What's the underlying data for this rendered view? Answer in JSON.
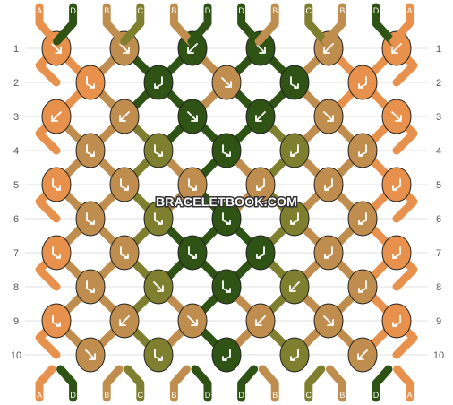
{
  "site": {
    "watermark": "BRACELETBOOK.COM"
  },
  "colors": {
    "A": "#E8914C",
    "B": "#BF8E4E",
    "C": "#7F7F30",
    "D": "#2E5314"
  },
  "strands": {
    "top": [
      "A",
      "D",
      "B",
      "C",
      "B",
      "D",
      "D",
      "B",
      "C",
      "B",
      "D",
      "A"
    ],
    "bottom": [
      "A",
      "D",
      "B",
      "C",
      "B",
      "D",
      "D",
      "B",
      "C",
      "B",
      "D",
      "A"
    ]
  },
  "rows": {
    "left_labels": [
      "1",
      "2",
      "3",
      "4",
      "5",
      "6",
      "7",
      "8",
      "9",
      "10"
    ],
    "right_labels": [
      "1",
      "2",
      "3",
      "4",
      "5",
      "6",
      "7",
      "8",
      "9",
      "10"
    ]
  },
  "knots": [
    [
      {
        "color": "A",
        "dir": "dr"
      },
      {
        "color": "B",
        "dir": "dr"
      },
      {
        "color": "D",
        "dir": "dl"
      },
      {
        "color": "D",
        "dir": "dr"
      },
      {
        "color": "B",
        "dir": "dl"
      },
      {
        "color": "A",
        "dir": "dl"
      }
    ],
    [
      {
        "color": "A",
        "dir": "r"
      },
      {
        "color": "D",
        "dir": "rl"
      },
      {
        "color": "B",
        "dir": "dr"
      },
      {
        "color": "D",
        "dir": "r"
      },
      {
        "color": "A",
        "dir": "rl"
      }
    ],
    [
      {
        "color": "A",
        "dir": "dl"
      },
      {
        "color": "B",
        "dir": "dl"
      },
      {
        "color": "D",
        "dir": "dr"
      },
      {
        "color": "D",
        "dir": "dl"
      },
      {
        "color": "B",
        "dir": "dr"
      },
      {
        "color": "A",
        "dir": "dr"
      }
    ],
    [
      {
        "color": "B",
        "dir": "r"
      },
      {
        "color": "C",
        "dir": "r"
      },
      {
        "color": "D",
        "dir": "r"
      },
      {
        "color": "C",
        "dir": "rl"
      },
      {
        "color": "B",
        "dir": "rl"
      }
    ],
    [
      {
        "color": "A",
        "dir": "r"
      },
      {
        "color": "B",
        "dir": "r"
      },
      {
        "color": "B",
        "dir": "r"
      },
      {
        "color": "B",
        "dir": "rl"
      },
      {
        "color": "B",
        "dir": "rl"
      },
      {
        "color": "A",
        "dir": "rl"
      }
    ],
    [
      {
        "color": "B",
        "dir": "r"
      },
      {
        "color": "C",
        "dir": "r"
      },
      {
        "color": "D",
        "dir": "r"
      },
      {
        "color": "C",
        "dir": "rl"
      },
      {
        "color": "B",
        "dir": "rl"
      }
    ],
    [
      {
        "color": "A",
        "dir": "r"
      },
      {
        "color": "B",
        "dir": "r"
      },
      {
        "color": "D",
        "dir": "r"
      },
      {
        "color": "D",
        "dir": "rl"
      },
      {
        "color": "B",
        "dir": "rl"
      },
      {
        "color": "A",
        "dir": "rl"
      }
    ],
    [
      {
        "color": "B",
        "dir": "r"
      },
      {
        "color": "C",
        "dir": "dr"
      },
      {
        "color": "D",
        "dir": "r"
      },
      {
        "color": "C",
        "dir": "dl"
      },
      {
        "color": "B",
        "dir": "rl"
      }
    ],
    [
      {
        "color": "A",
        "dir": "r"
      },
      {
        "color": "B",
        "dir": "dl"
      },
      {
        "color": "B",
        "dir": "dr"
      },
      {
        "color": "B",
        "dir": "dl"
      },
      {
        "color": "B",
        "dir": "dr"
      },
      {
        "color": "A",
        "dir": "rl"
      }
    ],
    [
      {
        "color": "B",
        "dir": "dr"
      },
      {
        "color": "C",
        "dir": "r"
      },
      {
        "color": "D",
        "dir": "rl"
      },
      {
        "color": "C",
        "dir": "rl"
      },
      {
        "color": "B",
        "dir": "dl"
      }
    ]
  ]
}
